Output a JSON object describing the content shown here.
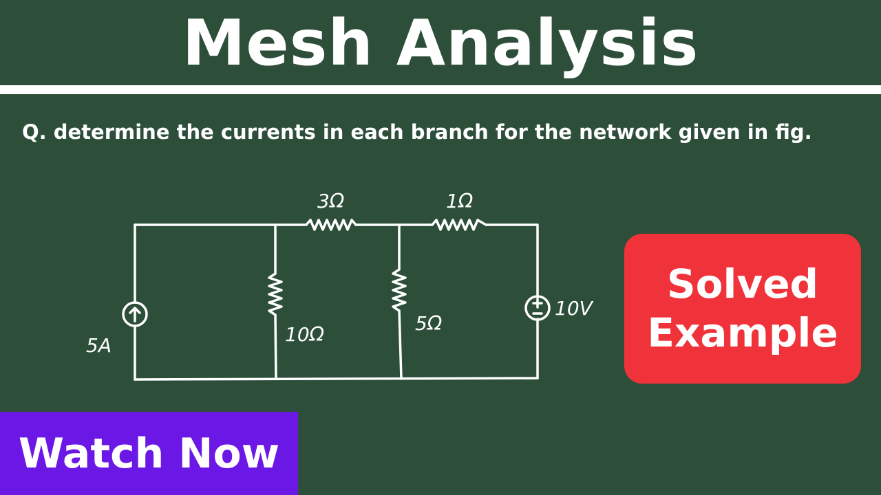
{
  "title": "Mesh Analysis",
  "question": "Q. determine the currents in each branch for the network given in fig.",
  "circuit": {
    "current_source": "5A",
    "resistor_top_left": "3Ω",
    "resistor_top_right": "1Ω",
    "resistor_middle_left": "10Ω",
    "resistor_middle_right": "5Ω",
    "voltage_source": "10V"
  },
  "badge": {
    "line1": "Solved",
    "line2": "Example"
  },
  "cta": "Watch Now",
  "colors": {
    "background": "#2d4f3a",
    "badge": "#f0323a",
    "cta": "#6b17e6",
    "ink": "#ffffff"
  }
}
